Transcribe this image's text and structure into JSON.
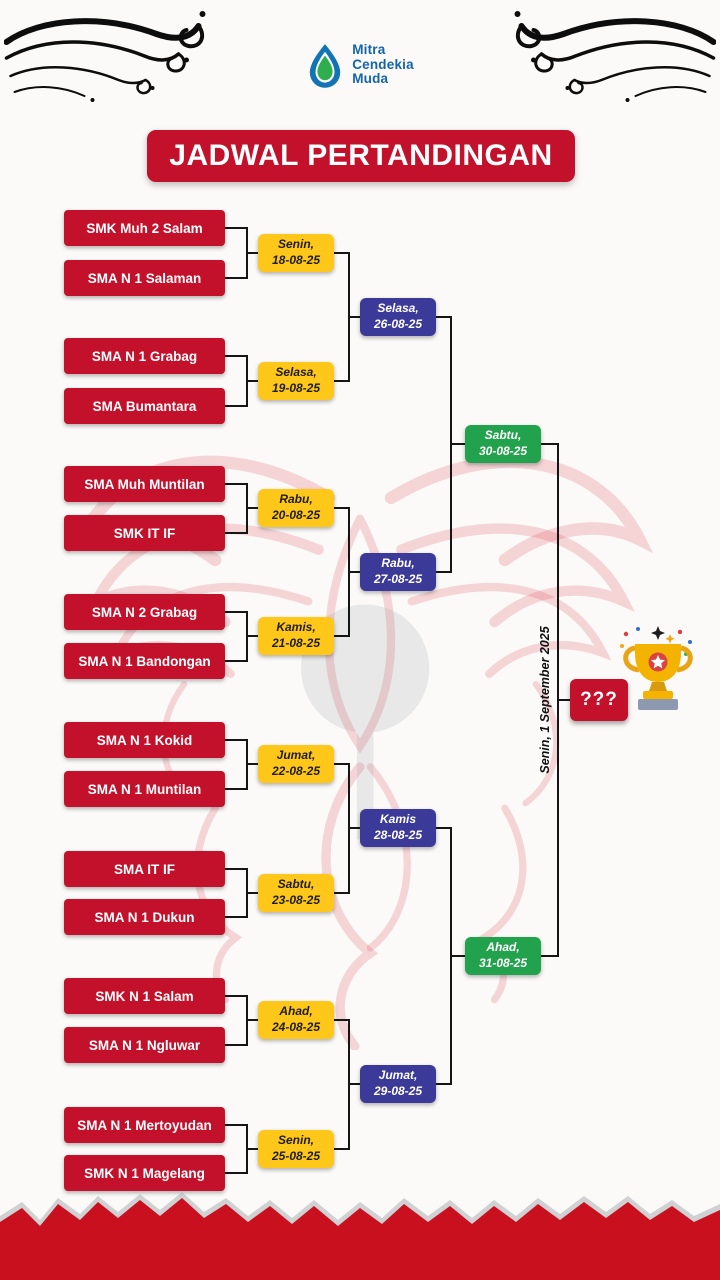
{
  "page": {
    "title_banner": "JADWAL PERTANDINGAN"
  },
  "logo": {
    "name_lines": [
      "Mitra",
      "Cendekia",
      "Muda"
    ]
  },
  "bracket": {
    "round1": [
      {
        "team1": "SMK Muh 2 Salam",
        "team2": "SMA N 1 Salaman",
        "day": "Senin,",
        "date": "18-08-25"
      },
      {
        "team1": "SMA N 1 Grabag",
        "team2": "SMA Bumantara",
        "day": "Selasa,",
        "date": "19-08-25"
      },
      {
        "team1": "SMA Muh Muntilan",
        "team2": "SMK IT IF",
        "day": "Rabu,",
        "date": "20-08-25"
      },
      {
        "team1": "SMA N 2 Grabag",
        "team2": "SMA N 1 Bandongan",
        "day": "Kamis,",
        "date": "21-08-25"
      },
      {
        "team1": "SMA N 1 Kokid",
        "team2": "SMA N 1 Muntilan",
        "day": "Jumat,",
        "date": "22-08-25"
      },
      {
        "team1": "SMA IT IF",
        "team2": "SMA N 1 Dukun",
        "day": "Sabtu,",
        "date": "23-08-25"
      },
      {
        "team1": "SMK N 1 Salam",
        "team2": "SMA N 1 Ngluwar",
        "day": "Ahad,",
        "date": "24-08-25"
      },
      {
        "team1": "SMA N 1 Mertoyudan",
        "team2": "SMK N 1 Magelang",
        "day": "Senin,",
        "date": "25-08-25"
      }
    ],
    "round2": [
      {
        "day": "Selasa,",
        "date": "26-08-25"
      },
      {
        "day": "Rabu,",
        "date": "27-08-25"
      },
      {
        "day": "Kamis",
        "date": "28-08-25"
      },
      {
        "day": "Jumat,",
        "date": "29-08-25"
      }
    ],
    "semifinals": [
      {
        "day": "Sabtu,",
        "date": "30-08-25"
      },
      {
        "day": "Ahad,",
        "date": "31-08-25"
      }
    ],
    "final": {
      "label": "???",
      "date_text": "Senin, 1 September 2025"
    }
  },
  "colors": {
    "red": "#C3112B",
    "yellow": "#FFC71A",
    "blue": "#3B3A98",
    "green": "#23A24D",
    "connector": "#151515",
    "torn_red": "#C8101F",
    "logo_blue": "#1464A8"
  }
}
